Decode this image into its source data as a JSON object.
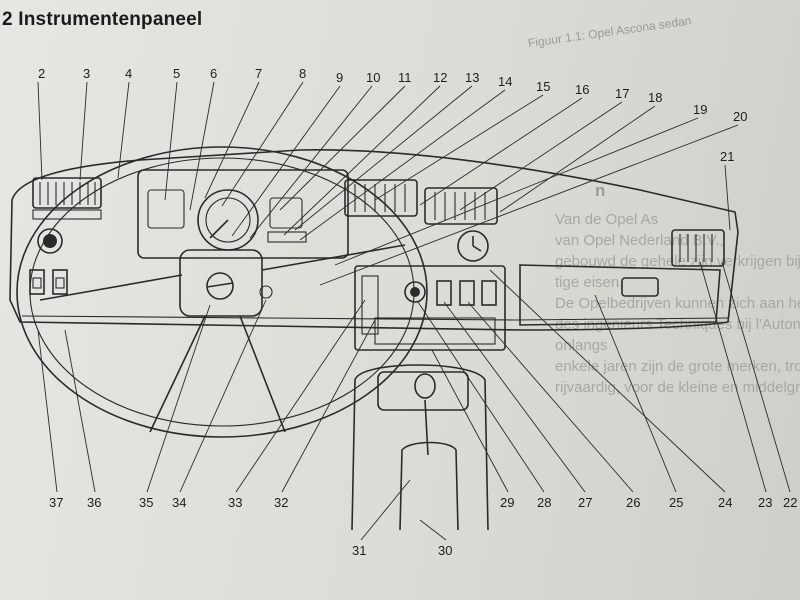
{
  "section": {
    "number": "2",
    "title": "Instrumentenpaneel"
  },
  "bleed_through": {
    "top_header": "Figuur 1.1: Opel Ascona sedan",
    "right_heading": "n",
    "right_lines": [
      "Van de Opel As",
      "van Opel Nederland B.V.,",
      "gebouwd de gehele zijn verkrijgen bij",
      "tige eisen.",
      "De Opelbedrijven kunnen zich aan het b",
      "des ingenieurs Techniques bij l'Automobile",
      "onlangs",
      "enkele jaren zijn de grote merken, trouw zijn gebleven",
      "rijvaardig, voor de kleine en middelgrote"
    ]
  },
  "callouts": [
    {
      "id": "2",
      "label": "2"
    },
    {
      "id": "3",
      "label": "3"
    },
    {
      "id": "4",
      "label": "4"
    },
    {
      "id": "5",
      "label": "5"
    },
    {
      "id": "6",
      "label": "6"
    },
    {
      "id": "7",
      "label": "7"
    },
    {
      "id": "8",
      "label": "8"
    },
    {
      "id": "9",
      "label": "9"
    },
    {
      "id": "10",
      "label": "10"
    },
    {
      "id": "11",
      "label": "11"
    },
    {
      "id": "12",
      "label": "12"
    },
    {
      "id": "13",
      "label": "13"
    },
    {
      "id": "14",
      "label": "14"
    },
    {
      "id": "15",
      "label": "15"
    },
    {
      "id": "16",
      "label": "16"
    },
    {
      "id": "17",
      "label": "17"
    },
    {
      "id": "18",
      "label": "18"
    },
    {
      "id": "19",
      "label": "19"
    },
    {
      "id": "20",
      "label": "20"
    },
    {
      "id": "21",
      "label": "21"
    },
    {
      "id": "22",
      "label": "22"
    },
    {
      "id": "23",
      "label": "23"
    },
    {
      "id": "24",
      "label": "24"
    },
    {
      "id": "25",
      "label": "25"
    },
    {
      "id": "26",
      "label": "26"
    },
    {
      "id": "27",
      "label": "27"
    },
    {
      "id": "28",
      "label": "28"
    },
    {
      "id": "29",
      "label": "29"
    },
    {
      "id": "30",
      "label": "30"
    },
    {
      "id": "31",
      "label": "31"
    },
    {
      "id": "32",
      "label": "32"
    },
    {
      "id": "33",
      "label": "33"
    },
    {
      "id": "34",
      "label": "34"
    },
    {
      "id": "35",
      "label": "35"
    },
    {
      "id": "36",
      "label": "36"
    },
    {
      "id": "37",
      "label": "37"
    }
  ]
}
